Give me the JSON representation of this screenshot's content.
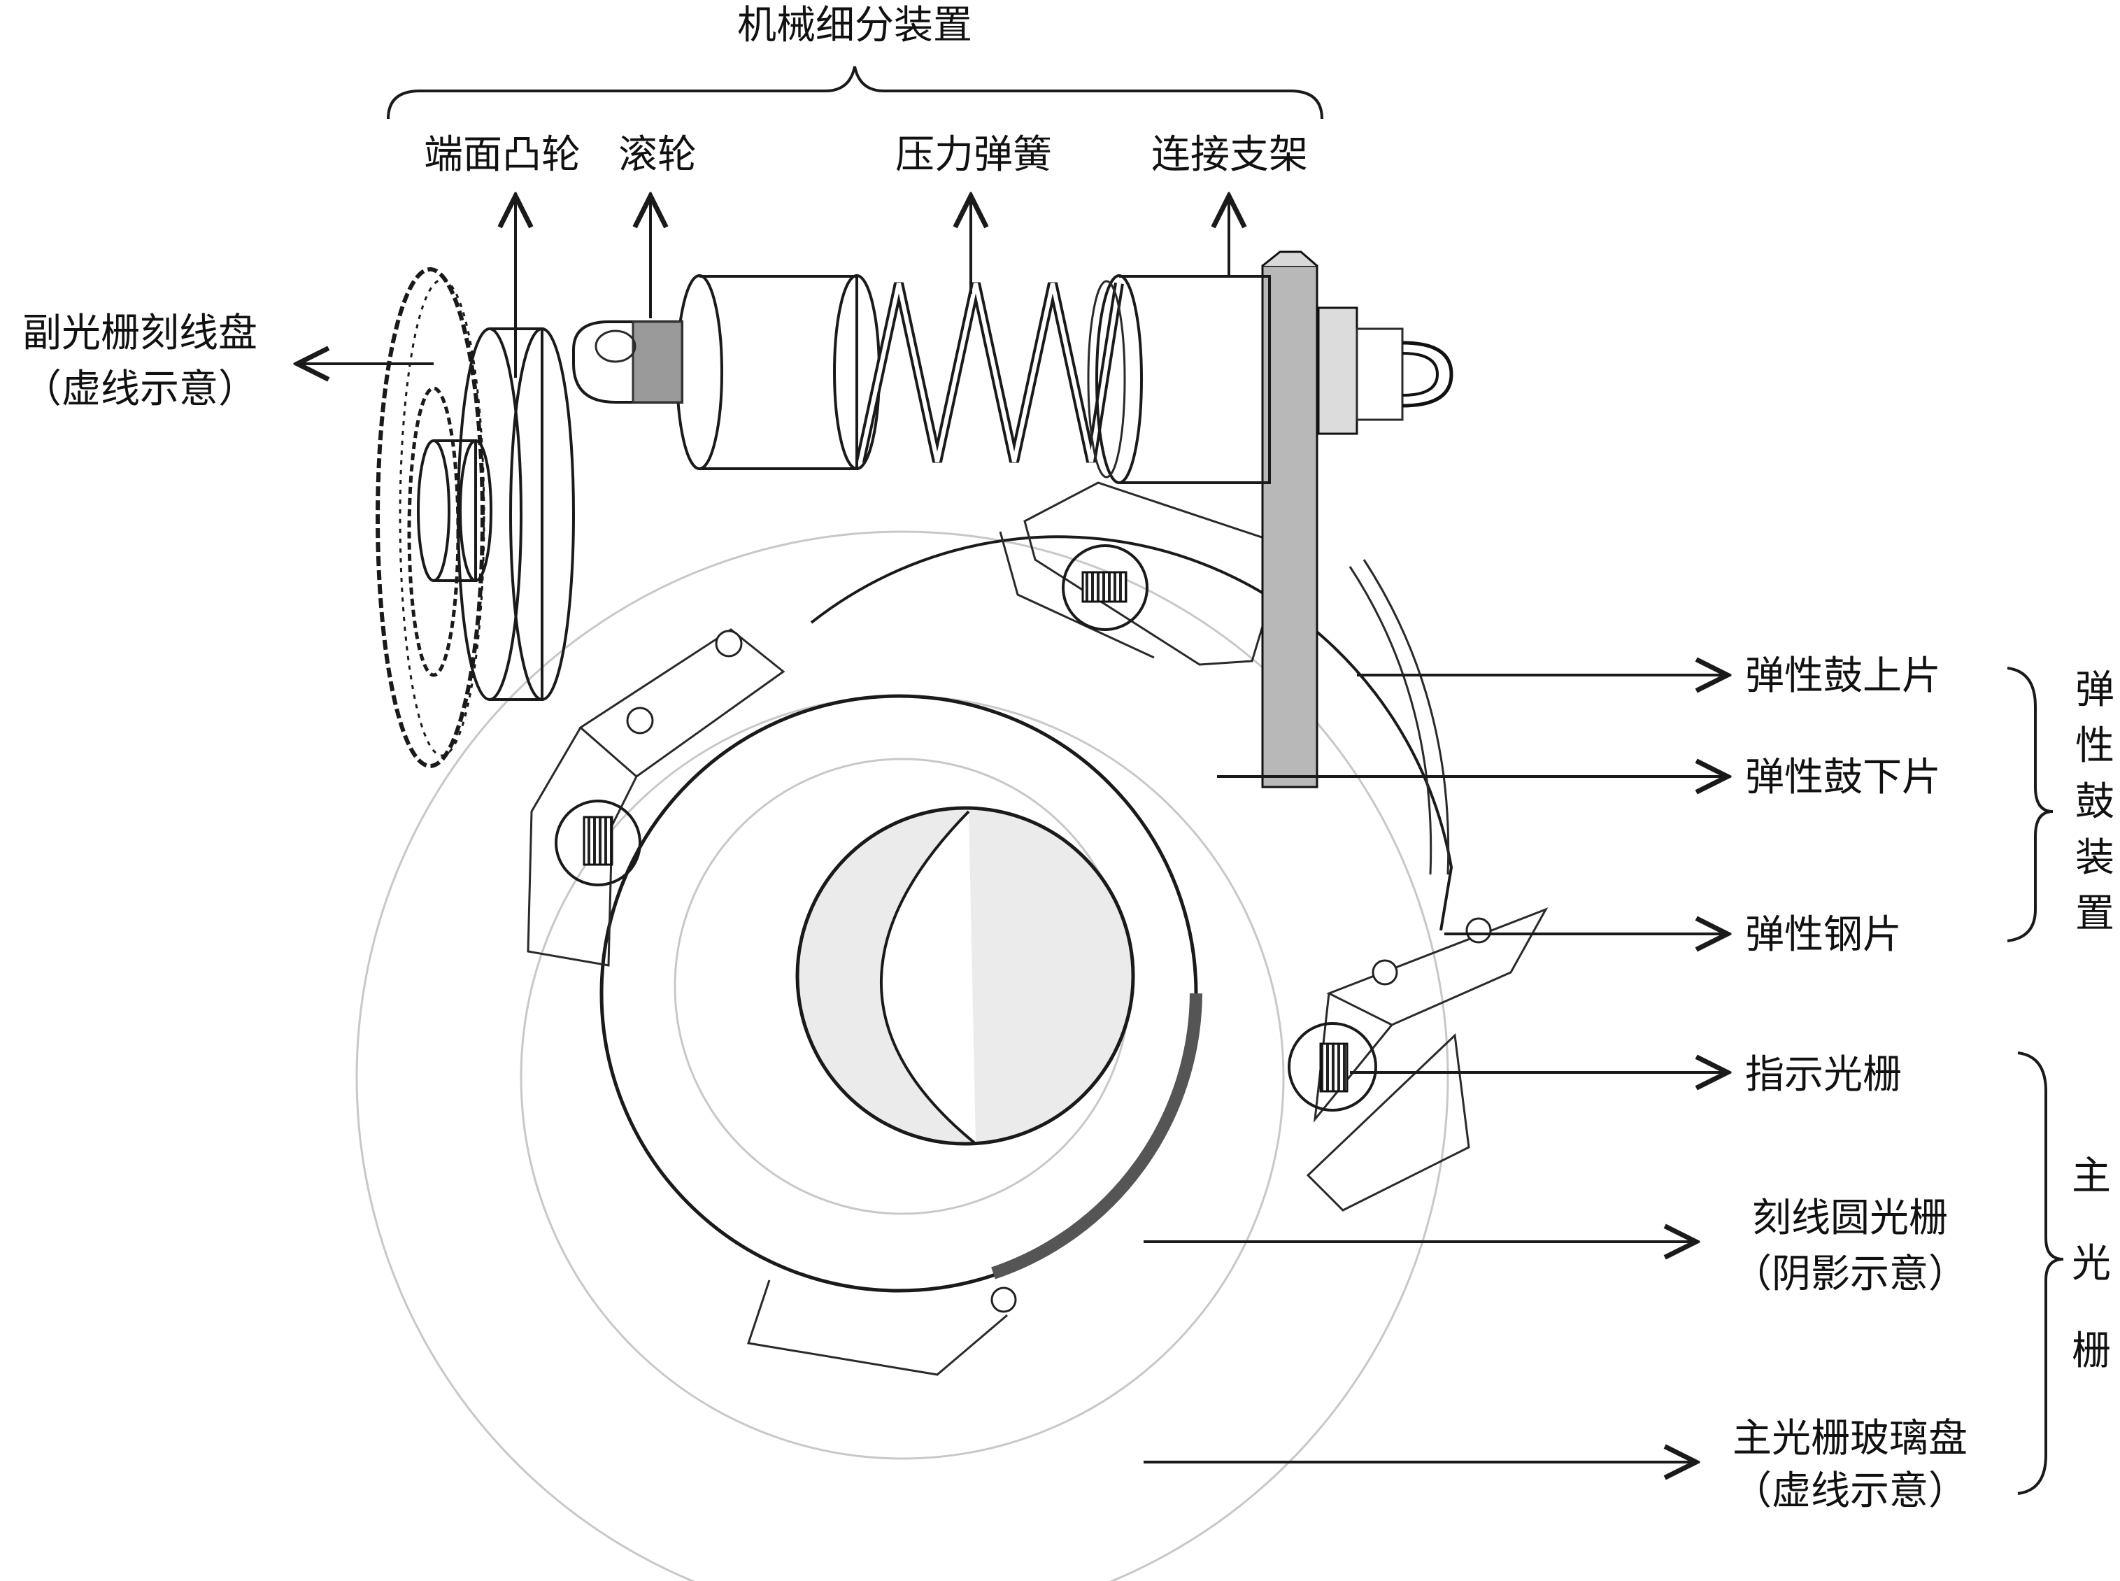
{
  "title": "机械细分装置",
  "top_labels": {
    "cam": "端面凸轮",
    "roller": "滚轮",
    "spring": "压力弹簧",
    "bracket": "连接支架"
  },
  "left_labels": {
    "sub_grating_line1": "副光栅刻线盘",
    "sub_grating_line2": "（虚线示意）"
  },
  "right_labels": {
    "drum_upper": "弹性鼓上片",
    "drum_lower": "弹性鼓下片",
    "steel_sheet": "弹性钢片",
    "indicator_grating": "指示光栅",
    "ruled_circle_line1": "刻线圆光栅",
    "ruled_circle_line2": "（阴影示意）",
    "glass_disk_line1": "主光栅玻璃盘",
    "glass_disk_line2": "（虚线示意）"
  },
  "group_labels": {
    "elastic_drum": [
      "弹",
      "性",
      "鼓",
      "装",
      "置"
    ],
    "main_grating": [
      "主",
      "光",
      "栅"
    ]
  }
}
